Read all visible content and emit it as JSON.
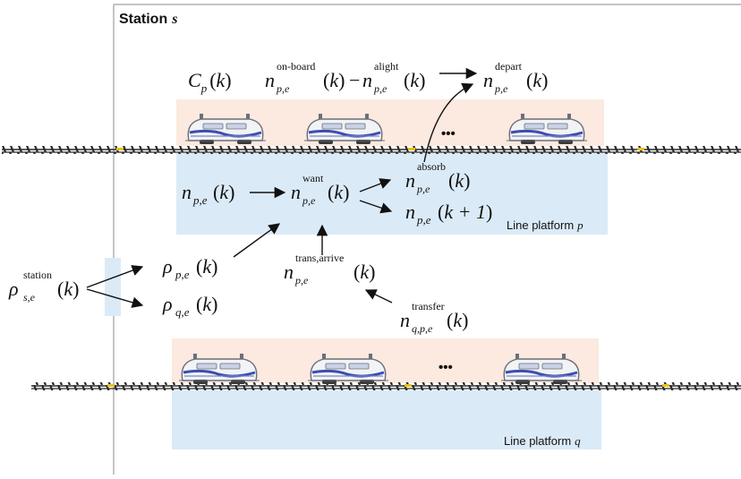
{
  "station_title": {
    "prefix": "Station",
    "var": "s"
  },
  "platform_p_label": {
    "prefix": "Line platform",
    "var": "p"
  },
  "platform_q_label": {
    "prefix": "Line platform",
    "var": "q"
  },
  "ellipsis": "•••",
  "math": {
    "k": "k",
    "paren_open": "(",
    "paren_close": ")",
    "minus": "−",
    "k_plus_1": "k + 1",
    "C": "C",
    "C_sub": "p",
    "n": "n",
    "rho": "ρ",
    "sub_pe": "p,e",
    "sub_qe": "q,e",
    "sub_se": "s,e",
    "sub_qpe": "q,p,e",
    "sup_onboard": "on-board",
    "sup_alight": "alight",
    "sup_depart": "depart",
    "sup_absorb": "absorb",
    "sup_want": "want",
    "sup_trans_arrive": "trans,arrive",
    "sup_transfer": "transfer",
    "sup_station": "station"
  },
  "colors": {
    "train_zone": "#fce9df",
    "platform_zone": "#dbeaf7",
    "entrance": "#dbeaf7",
    "frame": "#8a8a8a",
    "rail": "#2a2a2a",
    "train_stripe": "#3c4db0",
    "train_body": "#f2f3f5",
    "rail_marker": "#e8c21a"
  }
}
